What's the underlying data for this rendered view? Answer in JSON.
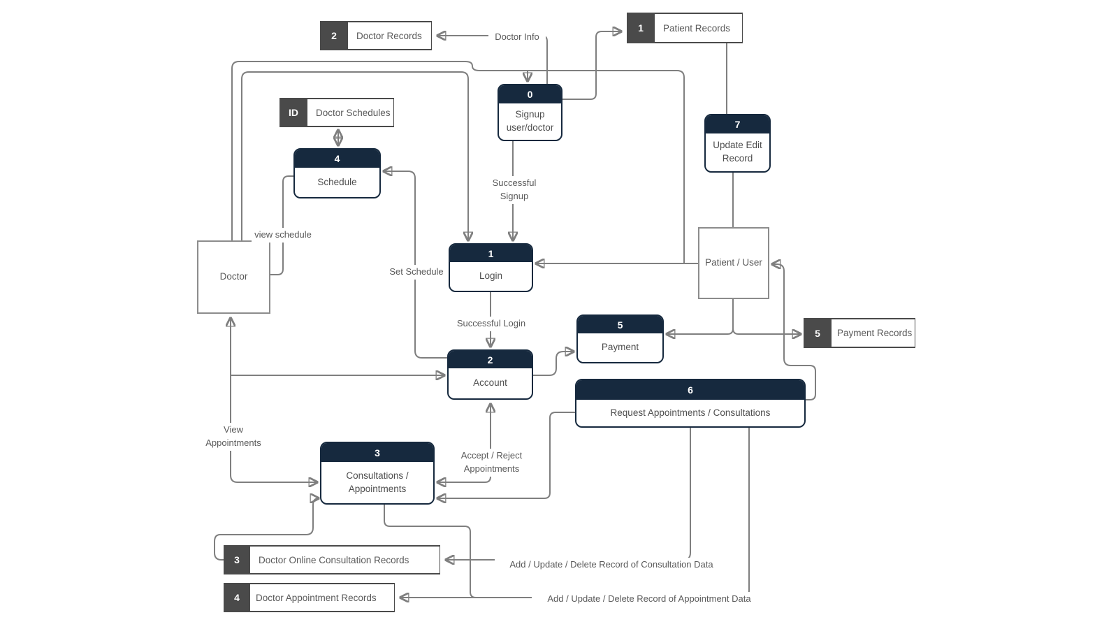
{
  "colors": {
    "header_navy": "#16293e",
    "store_tile_gray": "#4a4a4a",
    "wire_gray": "#7f7f7f",
    "label_text_gray": "#595959"
  },
  "entities": {
    "doctor": {
      "label": "Doctor"
    },
    "patient_user": {
      "label": "Patient / User"
    }
  },
  "processes": {
    "signup": {
      "number": "0",
      "label": "Signup user/doctor"
    },
    "login": {
      "number": "1",
      "label": "Login"
    },
    "account": {
      "number": "2",
      "label": "Account"
    },
    "consultations": {
      "number": "3",
      "label": "Consultations / Appointments"
    },
    "schedule": {
      "number": "4",
      "label": "Schedule"
    },
    "payment": {
      "number": "5",
      "label": "Payment"
    },
    "request_appointments": {
      "number": "6",
      "label": "Request Appointments / Consultations"
    },
    "update_edit_record": {
      "number": "7",
      "label": "Update Edit Record"
    }
  },
  "stores": {
    "patient_records": {
      "number": "1",
      "label": "Patient Records"
    },
    "doctor_records": {
      "number": "2",
      "label": "Doctor Records"
    },
    "doctor_schedules": {
      "number": "ID",
      "label": "Doctor Schedules"
    },
    "doctor_online_consultation_records": {
      "number": "3",
      "label": "Doctor Online Consultation Records"
    },
    "doctor_appointment_records": {
      "number": "4",
      "label": "Doctor Appointment Records"
    },
    "payment_records": {
      "number": "5",
      "label": "Payment Records"
    }
  },
  "flow_labels": {
    "doctor_info": "Doctor Info",
    "successful_signup": "Successful Signup",
    "successful_login": "Successful Login",
    "view_schedule": "view schedule",
    "set_schedule": "Set Schedule",
    "view_appointments": "View Appointments",
    "accept_reject_appointments": "Accept / Reject Appointments",
    "add_update_delete_consultation": "Add / Update / Delete Record of Consultation Data",
    "add_update_delete_appointment": "Add / Update / Delete Record of Appointment Data"
  }
}
